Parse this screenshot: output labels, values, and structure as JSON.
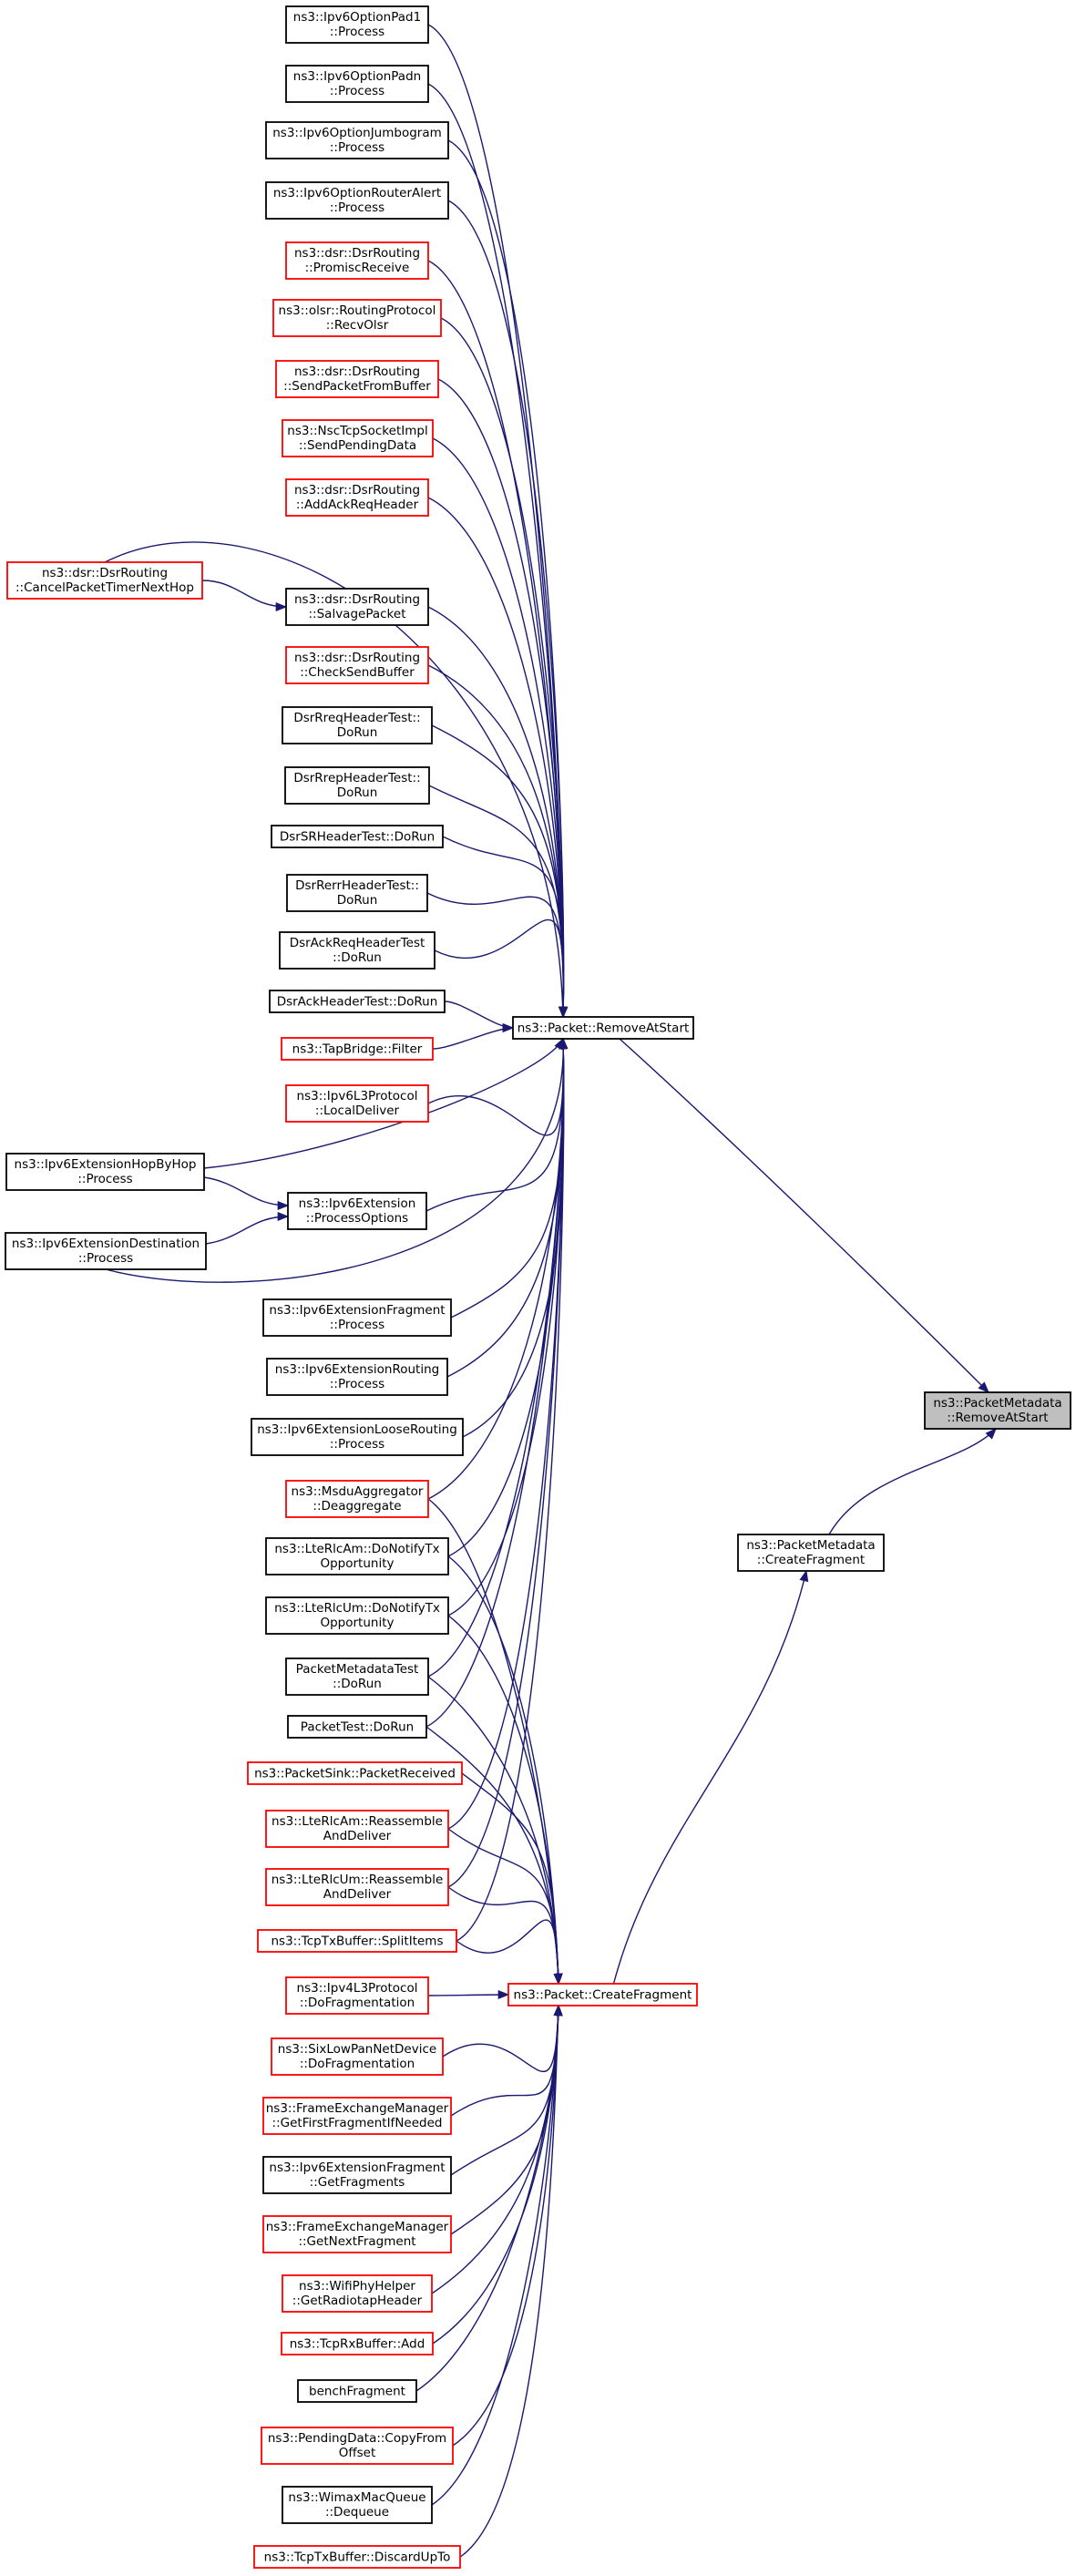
{
  "colors": {
    "edge": "#191970",
    "black_border": "#000000",
    "red_border": "#ff0000",
    "focus_fill": "#bfbfbf",
    "text": "#000000"
  },
  "nodes": {
    "target": {
      "lines": [
        "ns3::PacketMetadata",
        "::RemoveAtStart"
      ],
      "border": "gray"
    },
    "remove_at_start": {
      "lines": [
        "ns3::Packet::RemoveAtStart"
      ],
      "border": "black"
    },
    "pm_create_fragment": {
      "lines": [
        "ns3::PacketMetadata",
        "::CreateFragment"
      ],
      "border": "black"
    },
    "create_fragment": {
      "lines": [
        "ns3::Packet::CreateFragment"
      ],
      "border": "red"
    },
    "pad1": {
      "lines": [
        "ns3::Ipv6OptionPad1",
        "::Process"
      ],
      "border": "black"
    },
    "padn": {
      "lines": [
        "ns3::Ipv6OptionPadn",
        "::Process"
      ],
      "border": "black"
    },
    "jumbogram": {
      "lines": [
        "ns3::Ipv6OptionJumbogram",
        "::Process"
      ],
      "border": "black"
    },
    "router_alert": {
      "lines": [
        "ns3::Ipv6OptionRouterAlert",
        "::Process"
      ],
      "border": "black"
    },
    "promisc_receive": {
      "lines": [
        "ns3::dsr::DsrRouting",
        "::PromiscReceive"
      ],
      "border": "red"
    },
    "recv_olsr": {
      "lines": [
        "ns3::olsr::RoutingProtocol",
        "::RecvOlsr"
      ],
      "border": "red"
    },
    "send_packet_from_buffer": {
      "lines": [
        "ns3::dsr::DsrRouting",
        "::SendPacketFromBuffer"
      ],
      "border": "red"
    },
    "send_pending_data": {
      "lines": [
        "ns3::NscTcpSocketImpl",
        "::SendPendingData"
      ],
      "border": "red"
    },
    "add_ack_req_header": {
      "lines": [
        "ns3::dsr::DsrRouting",
        "::AddAckReqHeader"
      ],
      "border": "red"
    },
    "cancel_packet_timer": {
      "lines": [
        "ns3::dsr::DsrRouting",
        "::CancelPacketTimerNextHop"
      ],
      "border": "red"
    },
    "salvage_packet": {
      "lines": [
        "ns3::dsr::DsrRouting",
        "::SalvagePacket"
      ],
      "border": "black"
    },
    "check_send_buffer": {
      "lines": [
        "ns3::dsr::DsrRouting",
        "::CheckSendBuffer"
      ],
      "border": "red"
    },
    "rreq_test": {
      "lines": [
        "DsrRreqHeaderTest::",
        "DoRun"
      ],
      "border": "black"
    },
    "rrep_test": {
      "lines": [
        "DsrRrepHeaderTest::",
        "DoRun"
      ],
      "border": "black"
    },
    "sr_test": {
      "lines": [
        "DsrSRHeaderTest::DoRun"
      ],
      "border": "black"
    },
    "rerr_test": {
      "lines": [
        "DsrRerrHeaderTest::",
        "DoRun"
      ],
      "border": "black"
    },
    "ack_req_test": {
      "lines": [
        "DsrAckReqHeaderTest",
        "::DoRun"
      ],
      "border": "black"
    },
    "ack_test": {
      "lines": [
        "DsrAckHeaderTest::DoRun"
      ],
      "border": "black"
    },
    "tap_bridge_filter": {
      "lines": [
        "ns3::TapBridge::Filter"
      ],
      "border": "red"
    },
    "local_deliver": {
      "lines": [
        "ns3::Ipv6L3Protocol",
        "::LocalDeliver"
      ],
      "border": "red"
    },
    "hop_by_hop": {
      "lines": [
        "ns3::Ipv6ExtensionHopByHop",
        "::Process"
      ],
      "border": "black"
    },
    "process_options": {
      "lines": [
        "ns3::Ipv6Extension",
        "::ProcessOptions"
      ],
      "border": "black"
    },
    "ext_destination": {
      "lines": [
        "ns3::Ipv6ExtensionDestination",
        "::Process"
      ],
      "border": "black"
    },
    "ext_fragment_process": {
      "lines": [
        "ns3::Ipv6ExtensionFragment",
        "::Process"
      ],
      "border": "black"
    },
    "ext_routing": {
      "lines": [
        "ns3::Ipv6ExtensionRouting",
        "::Process"
      ],
      "border": "black"
    },
    "ext_loose_routing": {
      "lines": [
        "ns3::Ipv6ExtensionLooseRouting",
        "::Process"
      ],
      "border": "black"
    },
    "msdu_deaggregate": {
      "lines": [
        "ns3::MsduAggregator",
        "::Deaggregate"
      ],
      "border": "red"
    },
    "rlc_am_notify": {
      "lines": [
        "ns3::LteRlcAm::DoNotifyTx",
        "Opportunity"
      ],
      "border": "black"
    },
    "rlc_um_notify": {
      "lines": [
        "ns3::LteRlcUm::DoNotifyTx",
        "Opportunity"
      ],
      "border": "black"
    },
    "packet_metadata_test": {
      "lines": [
        "PacketMetadataTest",
        "::DoRun"
      ],
      "border": "black"
    },
    "packet_test": {
      "lines": [
        "PacketTest::DoRun"
      ],
      "border": "black"
    },
    "packet_sink": {
      "lines": [
        "ns3::PacketSink::PacketReceived"
      ],
      "border": "red"
    },
    "rlc_am_reassemble": {
      "lines": [
        "ns3::LteRlcAm::Reassemble",
        "AndDeliver"
      ],
      "border": "red"
    },
    "rlc_um_reassemble": {
      "lines": [
        "ns3::LteRlcUm::Reassemble",
        "AndDeliver"
      ],
      "border": "red"
    },
    "tcp_split_items": {
      "lines": [
        "ns3::TcpTxBuffer::SplitItems"
      ],
      "border": "red"
    },
    "ipv4_fragmentation": {
      "lines": [
        "ns3::Ipv4L3Protocol",
        "::DoFragmentation"
      ],
      "border": "red"
    },
    "sixlowpan_fragmentation": {
      "lines": [
        "ns3::SixLowPanNetDevice",
        "::DoFragmentation"
      ],
      "border": "red"
    },
    "first_fragment": {
      "lines": [
        "ns3::FrameExchangeManager",
        "::GetFirstFragmentIfNeeded"
      ],
      "border": "red"
    },
    "get_fragments": {
      "lines": [
        "ns3::Ipv6ExtensionFragment",
        "::GetFragments"
      ],
      "border": "black"
    },
    "next_fragment": {
      "lines": [
        "ns3::FrameExchangeManager",
        "::GetNextFragment"
      ],
      "border": "red"
    },
    "radiotap_header": {
      "lines": [
        "ns3::WifiPhyHelper",
        "::GetRadiotapHeader"
      ],
      "border": "red"
    },
    "tcp_rx_add": {
      "lines": [
        "ns3::TcpRxBuffer::Add"
      ],
      "border": "red"
    },
    "bench_fragment": {
      "lines": [
        "benchFragment"
      ],
      "border": "black"
    },
    "pending_copy_from": {
      "lines": [
        "ns3::PendingData::CopyFrom",
        "Offset"
      ],
      "border": "red"
    },
    "wimax_dequeue": {
      "lines": [
        "ns3::WimaxMacQueue",
        "::Dequeue"
      ],
      "border": "black"
    },
    "discard_up_to": {
      "lines": [
        "ns3::TcpTxBuffer::DiscardUpTo"
      ],
      "border": "red"
    }
  }
}
